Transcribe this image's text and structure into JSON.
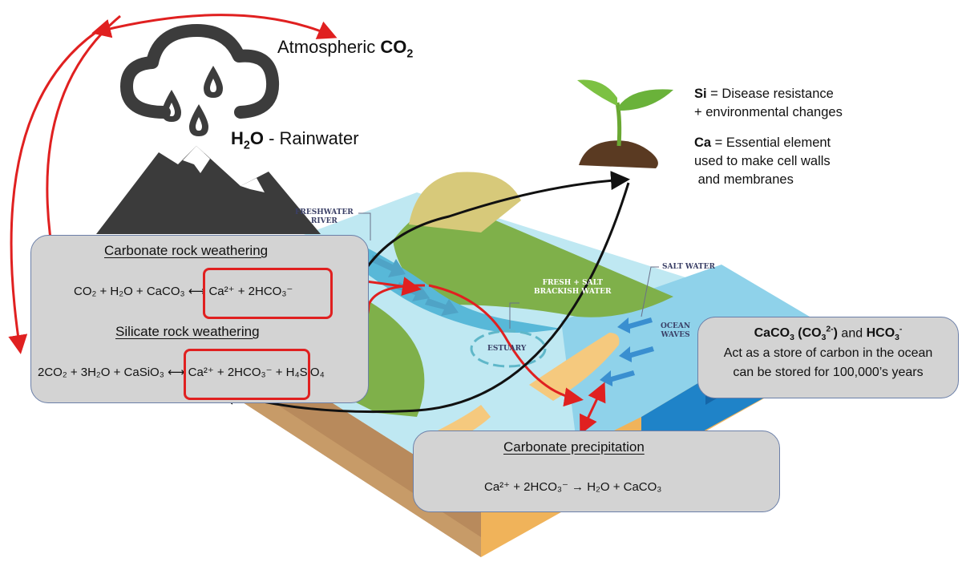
{
  "labels": {
    "atmospheric": "Atmospheric",
    "co2_formula": "CO",
    "co2_sub": "2",
    "h2o_h": "H",
    "h2o_sub": "2",
    "h2o_o": "O",
    "rainwater": " - Rainwater"
  },
  "plant": {
    "si_symbol": "Si",
    "si_line1": " = Disease resistance",
    "si_line2": "+ environmental changes",
    "ca_symbol": "Ca",
    "ca_line1": " = Essential element",
    "ca_line2": "used to make cell walls",
    "ca_line3": " and membranes"
  },
  "weathering_box": {
    "carbonate_title": "Carbonate rock weathering",
    "carbonate_equation": "CO₂ + H₂O + CaCO₃ ⟷ Ca²⁺ + 2HCO₃⁻",
    "silicate_title": "Silicate rock weathering",
    "silicate_equation": "2CO₂ + 3H₂O + CaSiO₃ ⟷ Ca²⁺ + 2HCO₃⁻ + H₄SiO₄"
  },
  "storage_box": {
    "caco3": "CaCO",
    "caco3_sub": "3",
    "co3_open": " (CO",
    "co3_sub": "3",
    "co3_sup": "2-",
    "co3_close": ")",
    "and": " and ",
    "hco3": "HCO",
    "hco3_sub": "3",
    "hco3_sup": "-",
    "line2": "Act as a store of carbon in the ocean",
    "line3": "can be stored for 100,000’s years"
  },
  "precipitation_box": {
    "title": "Carbonate precipitation",
    "equation": "Ca²⁺ + 2HCO₃⁻ → H₂O + CaCO₃"
  },
  "diagram_labels": {
    "freshwater_1": "FRESHWATER",
    "freshwater_2": "RIVER",
    "salt_water": "SALT WATER",
    "fresh_salt_1": "FRESH + SALT",
    "fresh_salt_2": "BRACKISH WATER",
    "ocean_1": "OCEAN",
    "ocean_2": "WAVES",
    "estuary": "ESTUARY"
  },
  "colors": {
    "arrow_red": "#e02020",
    "arrow_black": "#111111",
    "box_fill": "#d3d3d3",
    "box_border": "#6b7fa8",
    "cloud": "#3c3c3c",
    "water": "#bfe8f2",
    "land": "#7fb04a"
  }
}
